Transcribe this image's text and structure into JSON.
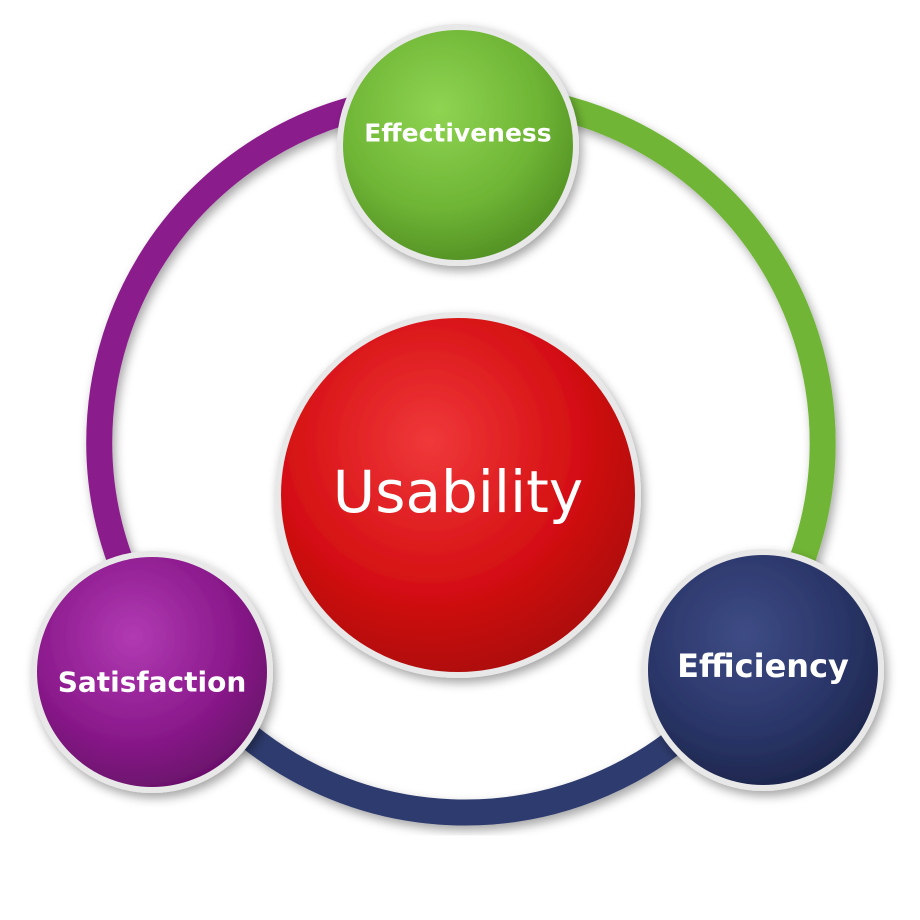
{
  "center": {
    "label": "Usability",
    "color": "#d40f12"
  },
  "nodes": [
    {
      "id": "effectiveness",
      "label": "Effectiveness",
      "color": "#6fb535"
    },
    {
      "id": "efficiency",
      "label": "Efficiency",
      "color": "#2a3568"
    },
    {
      "id": "satisfaction",
      "label": "Satisfaction",
      "color": "#8b1a8c"
    }
  ],
  "ring_colors": {
    "green": "#6fb535",
    "navy": "#2d3a6e",
    "purple": "#8b1a8c"
  }
}
